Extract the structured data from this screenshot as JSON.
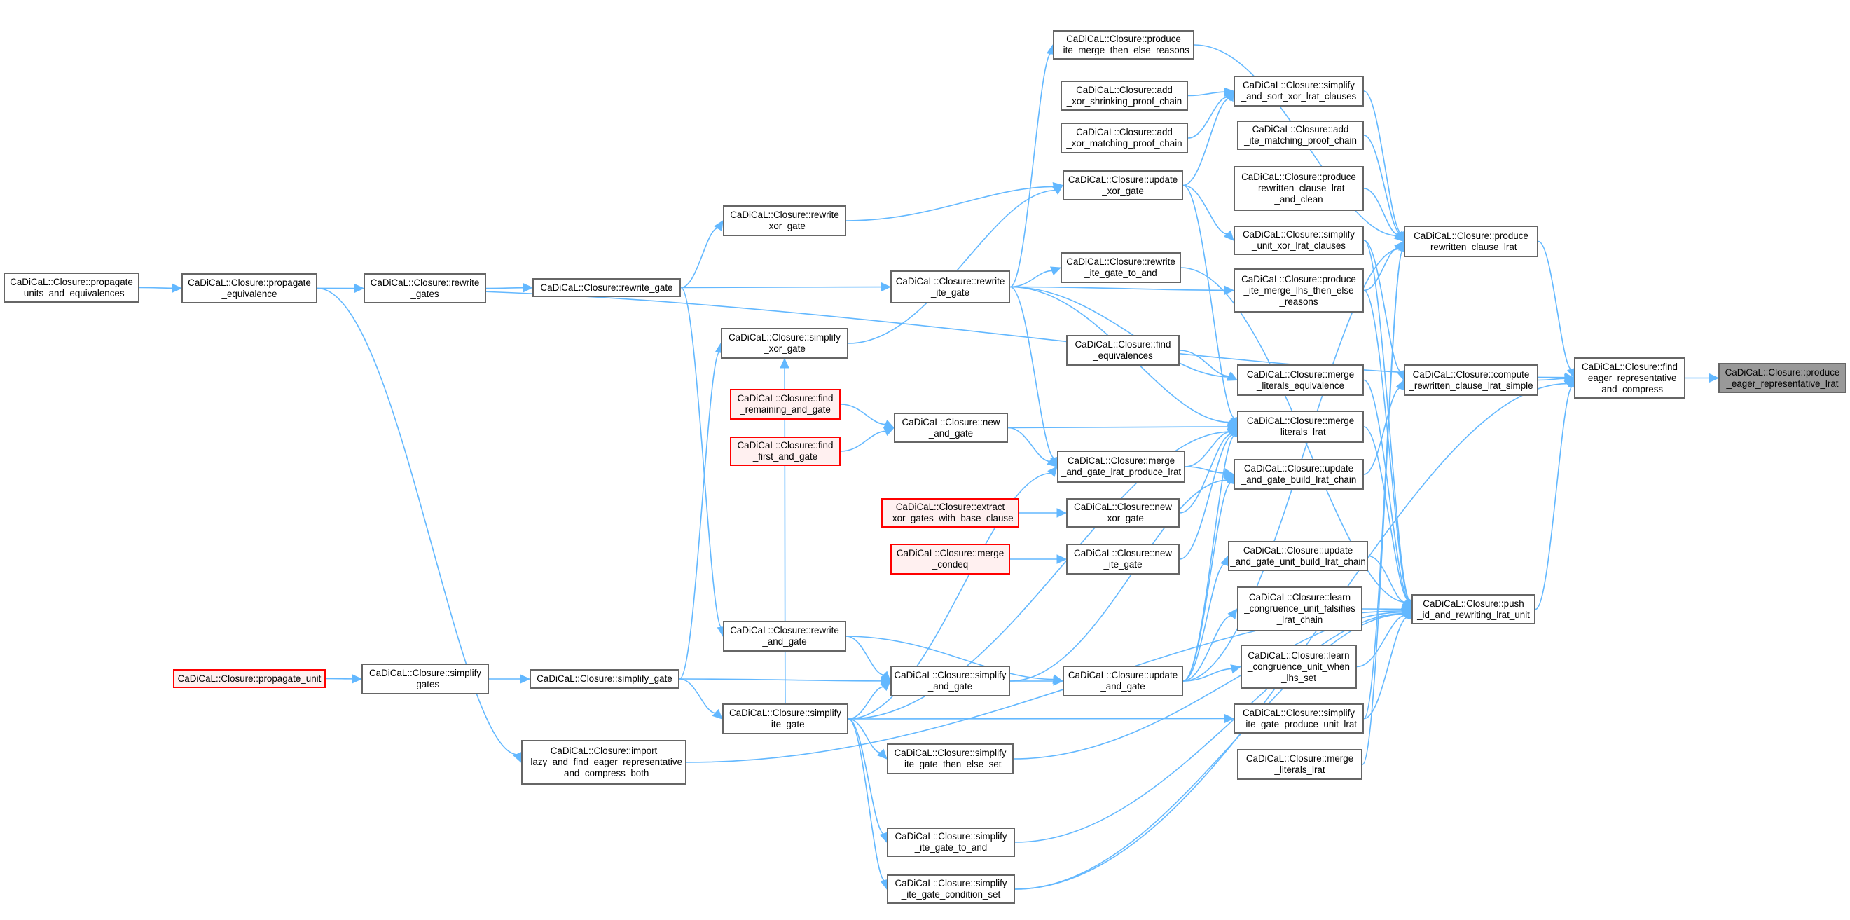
{
  "diagram": {
    "type": "call-graph",
    "colors": {
      "edge": "#63b8ff",
      "node_border": "#666666",
      "node_fill": "#ffffff",
      "current_fill": "#999999",
      "undocumented_border": "#ff0000",
      "undocumented_fill": "#fff0f0"
    },
    "nodes": [
      {
        "id": "n1",
        "label": "CaDiCaL::Closure::propagate\n_units_and_equivalences",
        "style": "normal"
      },
      {
        "id": "n2",
        "label": "CaDiCaL::Closure::propagate\n_equivalence",
        "style": "normal"
      },
      {
        "id": "n3",
        "label": "CaDiCaL::Closure::rewrite\n_gates",
        "style": "normal"
      },
      {
        "id": "n4",
        "label": "CaDiCaL::Closure::rewrite_gate",
        "style": "normal"
      },
      {
        "id": "n5",
        "label": "CaDiCaL::Closure::rewrite\n_ite_gate",
        "style": "normal"
      },
      {
        "id": "n6",
        "label": "CaDiCaL::Closure::rewrite\n_xor_gate",
        "style": "normal"
      },
      {
        "id": "n7",
        "label": "CaDiCaL::Closure::simplify\n_xor_gate",
        "style": "normal"
      },
      {
        "id": "n8",
        "label": "CaDiCaL::Closure::update\n_xor_gate",
        "style": "normal"
      },
      {
        "id": "n9",
        "label": "CaDiCaL::Closure::produce\n_ite_merge_then_else_reasons",
        "style": "normal"
      },
      {
        "id": "n10",
        "label": "CaDiCaL::Closure::add\n_xor_shrinking_proof_chain",
        "style": "normal"
      },
      {
        "id": "n11",
        "label": "CaDiCaL::Closure::add\n_xor_matching_proof_chain",
        "style": "normal"
      },
      {
        "id": "n12",
        "label": "CaDiCaL::Closure::simplify\n_and_sort_xor_lrat_clauses",
        "style": "normal"
      },
      {
        "id": "n13",
        "label": "CaDiCaL::Closure::add\n_ite_matching_proof_chain",
        "style": "normal"
      },
      {
        "id": "n14",
        "label": "CaDiCaL::Closure::produce\n_rewritten_clause_lrat\n_and_clean",
        "style": "normal"
      },
      {
        "id": "n15",
        "label": "CaDiCaL::Closure::simplify\n_unit_xor_lrat_clauses",
        "style": "normal"
      },
      {
        "id": "n16",
        "label": "CaDiCaL::Closure::rewrite\n_ite_gate_to_and",
        "style": "normal"
      },
      {
        "id": "n17",
        "label": "CaDiCaL::Closure::produce\n_ite_merge_lhs_then_else\n_reasons",
        "style": "normal"
      },
      {
        "id": "n18",
        "label": "CaDiCaL::Closure::find\n_equivalences",
        "style": "normal"
      },
      {
        "id": "n19",
        "label": "CaDiCaL::Closure::merge\n_literals_equivalence",
        "style": "normal"
      },
      {
        "id": "n20",
        "label": "CaDiCaL::Closure::merge\n_literals_lrat",
        "style": "normal"
      },
      {
        "id": "n21",
        "label": "CaDiCaL::Closure::update\n_and_gate_build_lrat_chain",
        "style": "normal"
      },
      {
        "id": "n22",
        "label": "CaDiCaL::Closure::find\n_remaining_and_gate",
        "style": "red"
      },
      {
        "id": "n23",
        "label": "CaDiCaL::Closure::find\n_first_and_gate",
        "style": "red"
      },
      {
        "id": "n24",
        "label": "CaDiCaL::Closure::new\n_and_gate",
        "style": "normal"
      },
      {
        "id": "n25",
        "label": "CaDiCaL::Closure::merge\n_and_gate_lrat_produce_lrat",
        "style": "normal"
      },
      {
        "id": "n26",
        "label": "CaDiCaL::Closure::extract\n_xor_gates_with_base_clause",
        "style": "red"
      },
      {
        "id": "n27",
        "label": "CaDiCaL::Closure::new\n_xor_gate",
        "style": "normal"
      },
      {
        "id": "n28",
        "label": "CaDiCaL::Closure::merge\n_condeq",
        "style": "red"
      },
      {
        "id": "n29",
        "label": "CaDiCaL::Closure::new\n_ite_gate",
        "style": "normal"
      },
      {
        "id": "n30",
        "label": "CaDiCaL::Closure::update\n_and_gate_unit_build_lrat_chain",
        "style": "normal"
      },
      {
        "id": "n31",
        "label": "CaDiCaL::Closure::learn\n_congruence_unit_falsifies\n_lrat_chain",
        "style": "normal"
      },
      {
        "id": "n32",
        "label": "CaDiCaL::Closure::push\n_id_and_rewriting_lrat_unit",
        "style": "normal"
      },
      {
        "id": "n33",
        "label": "CaDiCaL::Closure::learn\n_congruence_unit_when\n_lhs_set",
        "style": "normal"
      },
      {
        "id": "n34",
        "label": "CaDiCaL::Closure::simplify\n_ite_gate_produce_unit_lrat",
        "style": "normal"
      },
      {
        "id": "n35",
        "label": "CaDiCaL::Closure::merge\n_literals_lrat",
        "style": "normal"
      },
      {
        "id": "n36",
        "label": "CaDiCaL::Closure::rewrite\n_and_gate",
        "style": "normal"
      },
      {
        "id": "n37",
        "label": "CaDiCaL::Closure::simplify\n_and_gate",
        "style": "normal"
      },
      {
        "id": "n38",
        "label": "CaDiCaL::Closure::update\n_and_gate",
        "style": "normal"
      },
      {
        "id": "n39",
        "label": "CaDiCaL::Closure::simplify_gate",
        "style": "normal"
      },
      {
        "id": "n40",
        "label": "CaDiCaL::Closure::propagate_unit",
        "style": "red"
      },
      {
        "id": "n41",
        "label": "CaDiCaL::Closure::simplify\n_gates",
        "style": "normal"
      },
      {
        "id": "n42",
        "label": "CaDiCaL::Closure::simplify\n_ite_gate",
        "style": "normal"
      },
      {
        "id": "n43",
        "label": "CaDiCaL::Closure::import\n_lazy_and_find_eager_representative\n_and_compress_both",
        "style": "normal"
      },
      {
        "id": "n44",
        "label": "CaDiCaL::Closure::simplify\n_ite_gate_then_else_set",
        "style": "normal"
      },
      {
        "id": "n45",
        "label": "CaDiCaL::Closure::simplify\n_ite_gate_to_and",
        "style": "normal"
      },
      {
        "id": "n46",
        "label": "CaDiCaL::Closure::simplify\n_ite_gate_condition_set",
        "style": "normal"
      },
      {
        "id": "n47",
        "label": "CaDiCaL::Closure::compute\n_rewritten_clause_lrat_simple",
        "style": "normal"
      },
      {
        "id": "n48",
        "label": "CaDiCaL::Closure::produce\n_rewritten_clause_lrat",
        "style": "normal"
      },
      {
        "id": "n49",
        "label": "CaDiCaL::Closure::find\n_eager_representative\n_and_compress",
        "style": "normal"
      },
      {
        "id": "n50",
        "label": "CaDiCaL::Closure::produce\n_eager_representative_lrat",
        "style": "current"
      }
    ],
    "edges": [
      [
        "n1",
        "n2"
      ],
      [
        "n2",
        "n3"
      ],
      [
        "n3",
        "n4"
      ],
      [
        "n2",
        "n49"
      ],
      [
        "n2",
        "n43"
      ],
      [
        "n4",
        "n5"
      ],
      [
        "n4",
        "n6"
      ],
      [
        "n4",
        "n36"
      ],
      [
        "n5",
        "n9"
      ],
      [
        "n5",
        "n16"
      ],
      [
        "n5",
        "n17"
      ],
      [
        "n5",
        "n19"
      ],
      [
        "n5",
        "n20"
      ],
      [
        "n5",
        "n25"
      ],
      [
        "n6",
        "n8"
      ],
      [
        "n7",
        "n8"
      ],
      [
        "n42",
        "n7"
      ],
      [
        "n8",
        "n12"
      ],
      [
        "n8",
        "n15"
      ],
      [
        "n8",
        "n20"
      ],
      [
        "n10",
        "n12"
      ],
      [
        "n11",
        "n12"
      ],
      [
        "n9",
        "n48"
      ],
      [
        "n12",
        "n48"
      ],
      [
        "n13",
        "n48"
      ],
      [
        "n14",
        "n48"
      ],
      [
        "n17",
        "n48"
      ],
      [
        "n48",
        "n49"
      ],
      [
        "n47",
        "n49"
      ],
      [
        "n32",
        "n49"
      ],
      [
        "n46",
        "n49"
      ],
      [
        "n49",
        "n50"
      ],
      [
        "n15",
        "n47"
      ],
      [
        "n21",
        "n47"
      ],
      [
        "n16",
        "n32"
      ],
      [
        "n17",
        "n32"
      ],
      [
        "n19",
        "n32"
      ],
      [
        "n20",
        "n32"
      ],
      [
        "n15",
        "n32"
      ],
      [
        "n18",
        "n19"
      ],
      [
        "n24",
        "n20"
      ],
      [
        "n24",
        "n25"
      ],
      [
        "n22",
        "n24"
      ],
      [
        "n23",
        "n24"
      ],
      [
        "n25",
        "n21"
      ],
      [
        "n25",
        "n20"
      ],
      [
        "n26",
        "n27"
      ],
      [
        "n28",
        "n29"
      ],
      [
        "n27",
        "n20"
      ],
      [
        "n29",
        "n20"
      ],
      [
        "n38",
        "n20"
      ],
      [
        "n38",
        "n21"
      ],
      [
        "n38",
        "n30"
      ],
      [
        "n38",
        "n31"
      ],
      [
        "n38",
        "n33"
      ],
      [
        "n38",
        "n48"
      ],
      [
        "n30",
        "n32"
      ],
      [
        "n31",
        "n32"
      ],
      [
        "n33",
        "n32"
      ],
      [
        "n34",
        "n32"
      ],
      [
        "n35",
        "n48"
      ],
      [
        "n36",
        "n38"
      ],
      [
        "n36",
        "n37"
      ],
      [
        "n40",
        "n41"
      ],
      [
        "n41",
        "n39"
      ],
      [
        "n39",
        "n37"
      ],
      [
        "n39",
        "n42"
      ],
      [
        "n39",
        "n7"
      ],
      [
        "n37",
        "n38"
      ],
      [
        "n37",
        "n21"
      ],
      [
        "n42",
        "n37"
      ],
      [
        "n42",
        "n34"
      ],
      [
        "n42",
        "n44"
      ],
      [
        "n42",
        "n45"
      ],
      [
        "n42",
        "n46"
      ],
      [
        "n42",
        "n25"
      ],
      [
        "n42",
        "n20"
      ],
      [
        "n44",
        "n32"
      ],
      [
        "n45",
        "n32"
      ],
      [
        "n46",
        "n32"
      ],
      [
        "n43",
        "n32"
      ],
      [
        "n34",
        "n48"
      ]
    ]
  }
}
